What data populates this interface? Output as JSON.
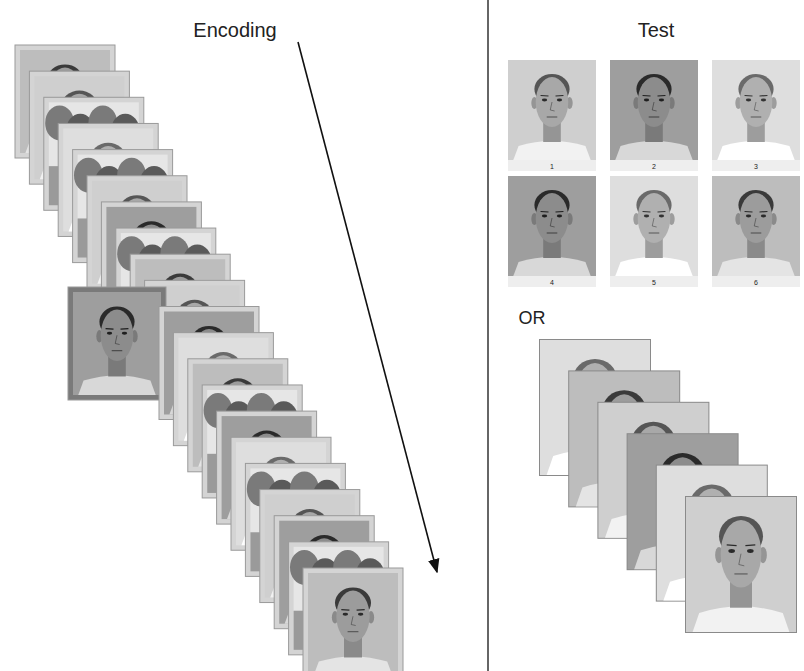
{
  "diagram": {
    "labels": [
      "Encoding",
      "Test",
      "1",
      "2",
      "3",
      "4",
      "5",
      "6",
      "OR"
    ]
  }
}
